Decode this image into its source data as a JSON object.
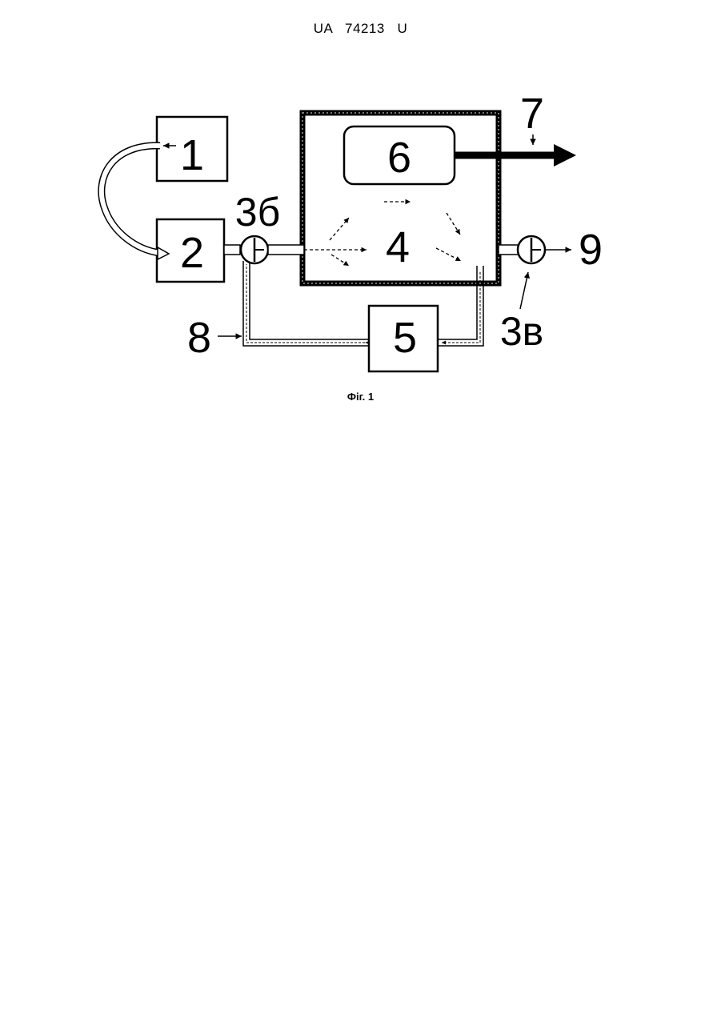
{
  "header": {
    "doc_number": "UA   74213   U"
  },
  "figure": {
    "caption": "Фіг. 1",
    "labels": {
      "b1": "1",
      "b2": "2",
      "b4": "4",
      "b5": "5",
      "b6": "6",
      "n7": "7",
      "n8": "8",
      "n9": "9",
      "n3b": "3б",
      "n3v": "3в"
    }
  }
}
